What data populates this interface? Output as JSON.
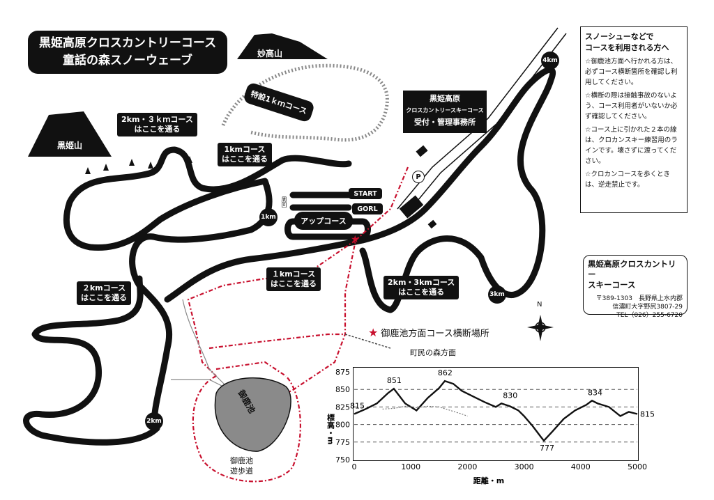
{
  "title": {
    "line1": "黒姫高原クロスカントリーコース",
    "line2": "童話の森スノーウェーブ"
  },
  "mountains": {
    "myoko": "妙高山",
    "kurohime": "黒姫山"
  },
  "courses": {
    "special": "特設1ｋｍコース",
    "start": "START",
    "gorl": "GORL",
    "up": "アップコース",
    "shukai": "周回"
  },
  "callouts": {
    "c23_top": "2km・３ｋｍコース\nはここを通る",
    "c1_top": "1kmコース\nはここを通る",
    "c2_left": "２kmコース\nはここを通る",
    "c1_mid": "１kmコース\nはここを通る",
    "c23_right": "2km・3kmコース\nはここを通る"
  },
  "office": {
    "line1": "黒姫高原",
    "line2": "クロスカントリースキーコース",
    "line3": "受付・管理事務所"
  },
  "markers": {
    "km1": "1km",
    "km2": "2km",
    "km3": "3km",
    "km4": "4km",
    "parking": "P",
    "north": "N"
  },
  "ponds": {
    "pond": "御鹿池",
    "walkway": "御鹿池\n遊歩道"
  },
  "legend": {
    "crossing": "御鹿池方面コース横断場所",
    "to_town": "町民の森方面"
  },
  "info": {
    "heading": "スノーシューなどで\nコースを利用される方へ",
    "items": [
      "☆御鹿池方面へ行かれる方は、必ずコース横断箇所を確認し利用してください。",
      "☆横断の際は接触事故のないよう、コース利用者がいないか必ず確認してください。",
      "☆コース上に引かれた２本の線は、クロカンスキー練習用のラインです。壊さずに渡ってください。",
      "☆クロカンコースを歩くときは、逆走禁止です。"
    ]
  },
  "address": {
    "name": "黒姫高原クロスカントリー\nスキーコース",
    "postal": "〒389-1303　長野県上水内郡",
    "street": "信濃町大字野尻3807-29",
    "tel": "TEL（026）255-6720"
  },
  "colors": {
    "route": "#c8102e",
    "course": "#111111",
    "pond": "#8a8a8a"
  },
  "chart_data": {
    "type": "line",
    "xlabel": "距離・m",
    "ylabel": "標高・m",
    "xlim": [
      0,
      5000
    ],
    "ylim": [
      750,
      875
    ],
    "xticks": [
      "0",
      "1000",
      "2000",
      "3000",
      "4000",
      "5000"
    ],
    "yticks": [
      "750",
      "775",
      "800",
      "825",
      "850",
      "875"
    ],
    "annotations": [
      "815",
      "851",
      "862",
      "830",
      "777",
      "834",
      "815"
    ],
    "series": [
      {
        "x": [
          0,
          200,
          400,
          600,
          700,
          900,
          1100,
          1300,
          1500,
          1600,
          1750,
          1900,
          2100,
          2300,
          2500,
          2600,
          2750,
          2900,
          3000,
          3150,
          3300,
          3350,
          3500,
          3700,
          3900,
          4100,
          4200,
          4300,
          4500,
          4700,
          4850,
          5000
        ],
        "y": [
          815,
          822,
          830,
          845,
          851,
          830,
          820,
          838,
          852,
          862,
          858,
          848,
          840,
          832,
          825,
          830,
          826,
          820,
          812,
          798,
          782,
          777,
          790,
          808,
          820,
          828,
          834,
          830,
          825,
          812,
          818,
          815
        ]
      },
      {
        "x": [
          500,
          700,
          900,
          1100,
          1300,
          1500,
          1700,
          1900,
          2000
        ],
        "y": [
          822,
          823,
          826,
          824,
          826,
          825,
          820,
          815,
          812
        ]
      }
    ]
  }
}
